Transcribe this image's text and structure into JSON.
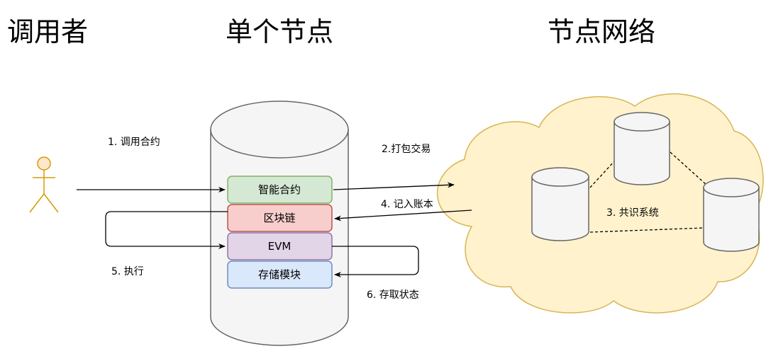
{
  "headers": {
    "caller": "调用者",
    "single_node": "单个节点",
    "node_network": "节点网络"
  },
  "modules": {
    "smart_contract": "智能合约",
    "blockchain": "区块链",
    "evm": "EVM",
    "storage": "存储模块"
  },
  "steps": {
    "call_contract": "1. 调用合约",
    "package_tx": "2.打包交易",
    "consensus": "3. 共识系统",
    "record_ledger": "4. 记入账本",
    "execute": "5. 执行",
    "access_state": "6. 存取状态"
  },
  "colors": {
    "smart_contract_fill": "#d5e8d4",
    "smart_contract_stroke": "#82b366",
    "blockchain_fill": "#f8cecc",
    "blockchain_stroke": "#b85450",
    "evm_fill": "#e1d5e7",
    "evm_stroke": "#9673a6",
    "storage_fill": "#dae8fc",
    "storage_stroke": "#6c8ebf",
    "cloud_fill": "#fff2cc",
    "cloud_stroke": "#d6b656",
    "cylinder_fill": "#f5f5f5",
    "actor_fill": "#ffe6cc",
    "actor_stroke": "#d79b00"
  }
}
